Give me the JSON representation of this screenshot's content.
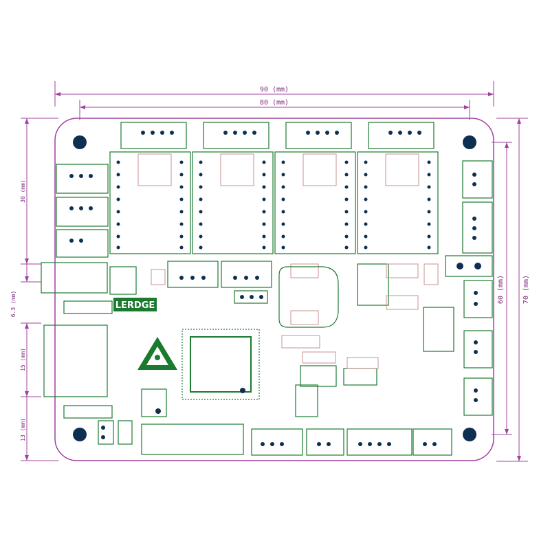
{
  "board": {
    "brand_label": "LERDGE",
    "outline_color": "#a0409f",
    "silkscreen_color": "#1a7a2e",
    "pad_color": "#c89090",
    "hole_color": "#0f2f50"
  },
  "dimensions": {
    "width_overall": "90 (mm)",
    "width_holes": "80 (mm)",
    "height_overall": "70 (mm)",
    "height_holes": "60 (mm)",
    "left_30": "30 (mm)",
    "left_6_3": "6.3 (mm)",
    "left_15": "15 (mm)",
    "left_13": "13 (mm)"
  },
  "icons": {
    "esd_warning": "esd-warning-icon",
    "mounting_hole": "mounting-hole-icon"
  }
}
